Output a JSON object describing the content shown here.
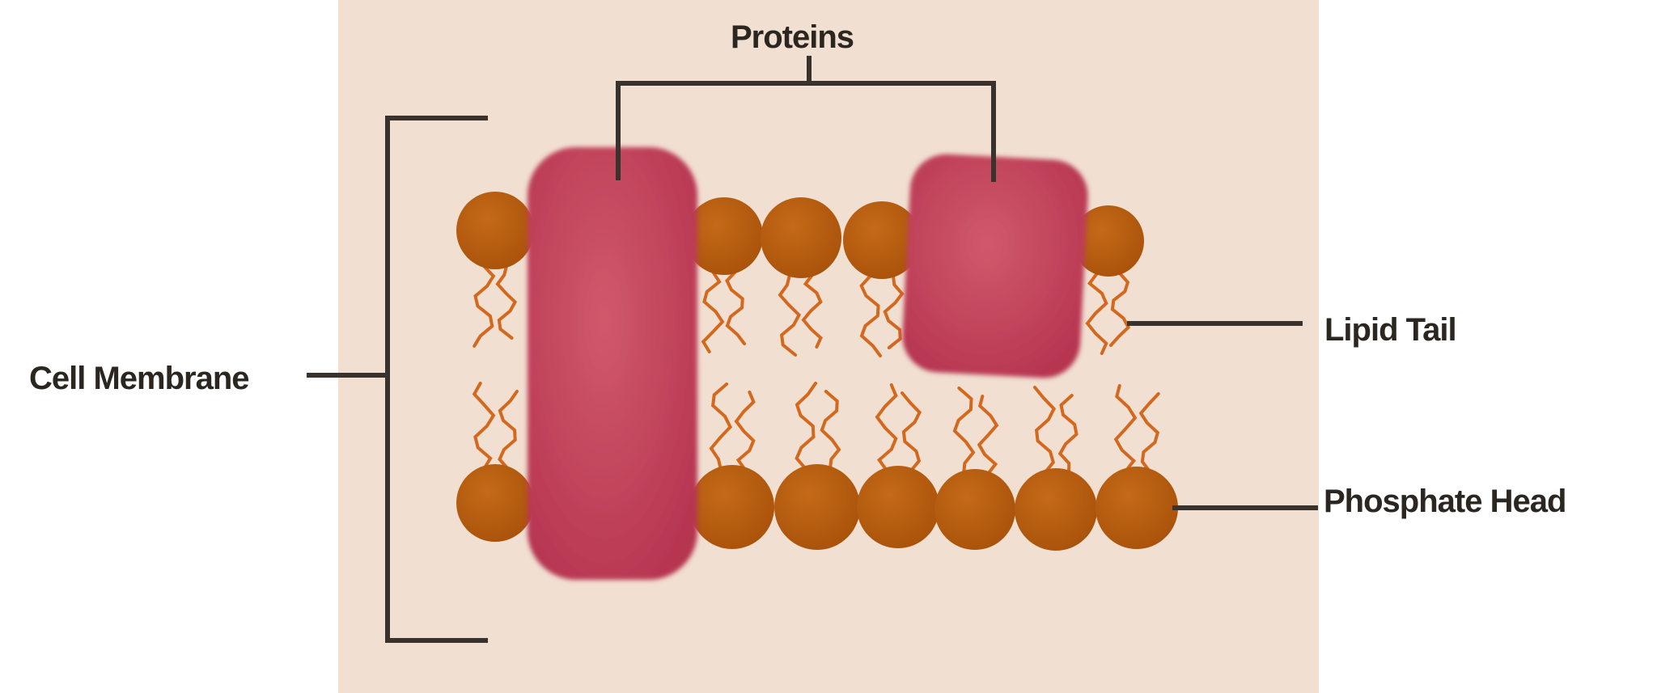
{
  "labels": {
    "proteins": "Proteins",
    "cell_membrane": "Cell Membrane",
    "lipid_tail": "Lipid Tail",
    "phosphate_head": "Phosphate Head"
  },
  "colors": {
    "background": "#f1dfd1",
    "protein": "#c23f57",
    "phosphate_head": "#b4590c",
    "lipid_tail": "#d2691e",
    "line": "#3a322c",
    "text": "#2c2620"
  }
}
